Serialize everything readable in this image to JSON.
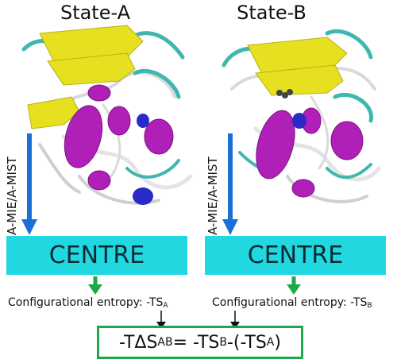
{
  "state_a": {
    "label": "State-A"
  },
  "state_b": {
    "label": "State-B"
  },
  "side_label_a": "A-MIE/A-MIST",
  "side_label_b": "A-MIE/A-MIST",
  "centre_a": "CENTRE",
  "centre_b": "CENTRE",
  "entropy_a": {
    "text": "Configurational entropy: -TS",
    "sub": "A"
  },
  "entropy_b": {
    "text": "Configurational entropy: -TS",
    "sub": "B"
  },
  "equation": {
    "part1": "-TΔS",
    "sub1": "AB",
    "part2": " = -TS",
    "sub2": "B",
    "part3": " -(-TS",
    "sub3": "A",
    "part4": ")"
  },
  "colors": {
    "centre_fill": "#22d8e0",
    "blue_arrow": "#1b6fd6",
    "green_arrow": "#1fa84a",
    "helix": "#b01fb8",
    "sheet": "#e6e020",
    "turn": "#3fb7b0",
    "coil": "#d9d9d9",
    "ligand_blue": "#2a2ac8"
  }
}
